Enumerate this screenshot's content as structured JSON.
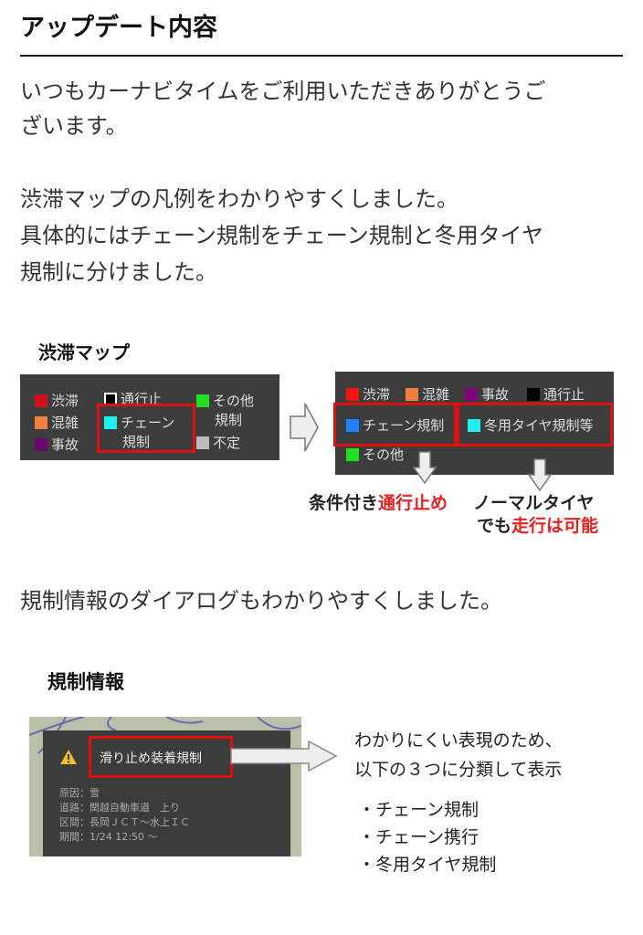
{
  "title": "アップデート内容",
  "paragraphs": {
    "p1_l1": "いつもカーナビタイムをご利用いただきありがとうご",
    "p1_l2": "ざいます。",
    "p2_l1": "渋滞マップの凡例をわかりやすくしました。",
    "p2_l2": "具体的にはチェーン規制をチェーン規制と冬用タイヤ",
    "p2_l3": "規制に分けました。",
    "p3": "規制情報のダイアログもわかりやすくしました。"
  },
  "figure1": {
    "title": "渋滞マップ",
    "old_legend": [
      {
        "label": "渋滞",
        "color": "#d0101a"
      },
      {
        "label": "混雑",
        "color": "#f08040"
      },
      {
        "label": "事故",
        "color": "#6a0a70"
      },
      {
        "label": "通行止",
        "color": "#000000"
      },
      {
        "label": "チェーン",
        "label2": "規制",
        "color": "#20f0f0"
      },
      {
        "label": "その他",
        "label2": "規制",
        "color": "#20e020"
      },
      {
        "label": "不定",
        "color": "#bbbbbb"
      }
    ],
    "new_legend": [
      {
        "label": "渋滞",
        "color": "#ff1010"
      },
      {
        "label": "混雑",
        "color": "#f08040"
      },
      {
        "label": "事故",
        "color": "#800080"
      },
      {
        "label": "通行止",
        "color": "#000000"
      },
      {
        "label": "チェーン規制",
        "color": "#2080ff"
      },
      {
        "label": "冬用タイヤ規制等",
        "color": "#20f0f0"
      },
      {
        "label": "その他",
        "color": "#20e020"
      }
    ],
    "caption_left": {
      "normal": "条件付き",
      "highlight": "通行止め"
    },
    "caption_right": {
      "line1": "ノーマルタイヤ",
      "normal": "でも",
      "highlight": "走行は可能"
    }
  },
  "figure2": {
    "title": "規制情報",
    "dialog_title": "滑り止め装着規制",
    "details": [
      "原因：雪",
      "道路：関越自動車道　上り",
      "区間：長岡ＪＣＴ～水上ＩＣ",
      "期間：1/24 12:50 ～"
    ],
    "explain_l1": "わかりにくい表現のため、",
    "explain_l2": "以下の３つに分類して表示",
    "bullets": [
      "・チェーン規制",
      "・チェーン携行",
      "・冬用タイヤ規制"
    ]
  }
}
